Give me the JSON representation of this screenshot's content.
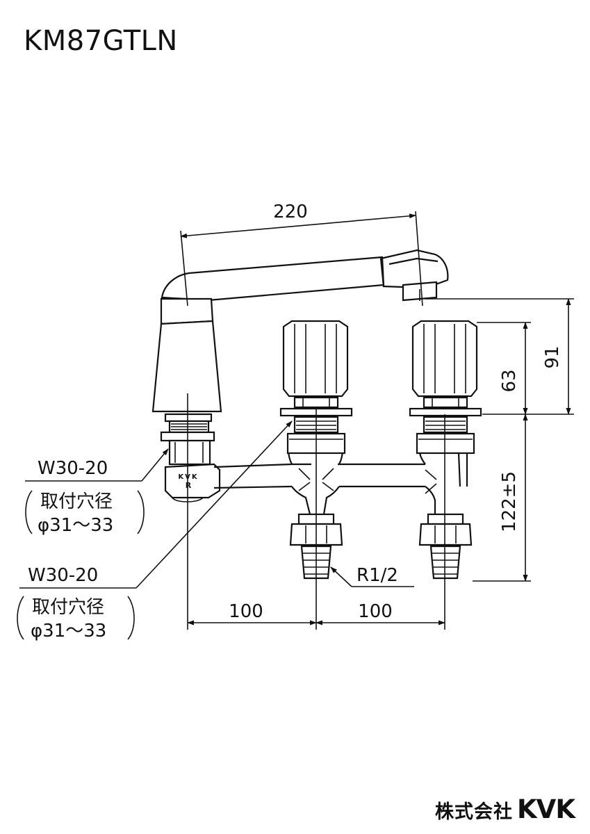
{
  "model": "KM87GTLN",
  "dimensions": {
    "spout_reach": "220",
    "total_height": "91",
    "handle_height": "63",
    "height_range": "122±5",
    "spacing_left": "100",
    "spacing_right": "100",
    "pipe_thread": "R1/2"
  },
  "callout_upper": {
    "spec": "W30-20",
    "hole_label": "取付穴径",
    "hole_dia": "φ31～33"
  },
  "callout_lower": {
    "spec": "W30-20",
    "hole_label": "取付穴径",
    "hole_dia": "φ31～33"
  },
  "body_marking": {
    "brand": "KVK",
    "letter": "R"
  },
  "footer": {
    "company": "株式会社",
    "brand": "KVK"
  }
}
